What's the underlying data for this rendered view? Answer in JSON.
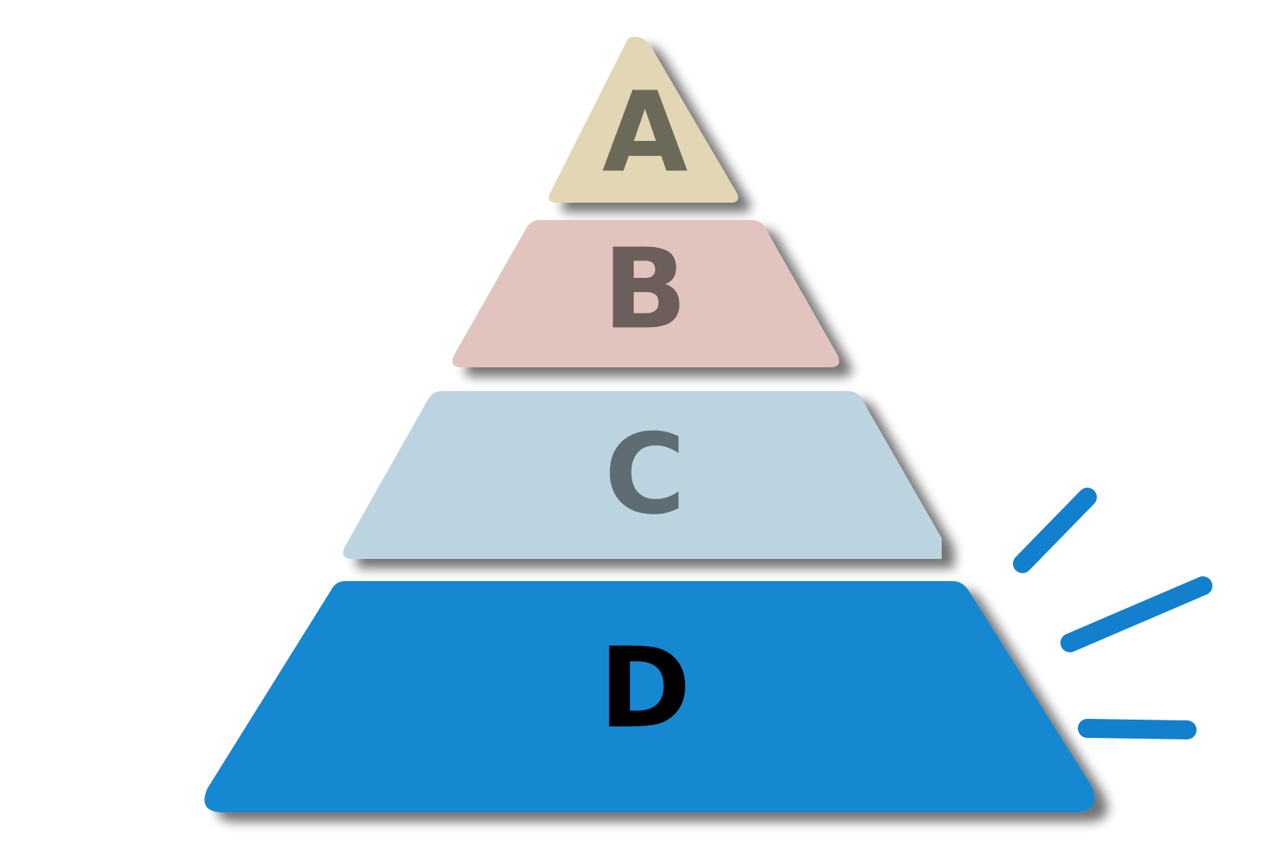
{
  "tiers": [
    {
      "label": "A",
      "fill": "#e3d6b4",
      "label_color": "#6b6a58",
      "highlighted": false
    },
    {
      "label": "B",
      "fill": "#e0c4bd",
      "label_color": "#6b5e5b",
      "highlighted": false
    },
    {
      "label": "C",
      "fill": "#bcd4e0",
      "label_color": "#5f6c73",
      "highlighted": false
    },
    {
      "label": "D",
      "fill": "#1288d1",
      "label_color": "#000000",
      "highlighted": true
    }
  ],
  "accent": {
    "color": "#1280cc",
    "icon": "emphasis-lines-icon",
    "line_count": 3
  },
  "background": "#ffffff"
}
